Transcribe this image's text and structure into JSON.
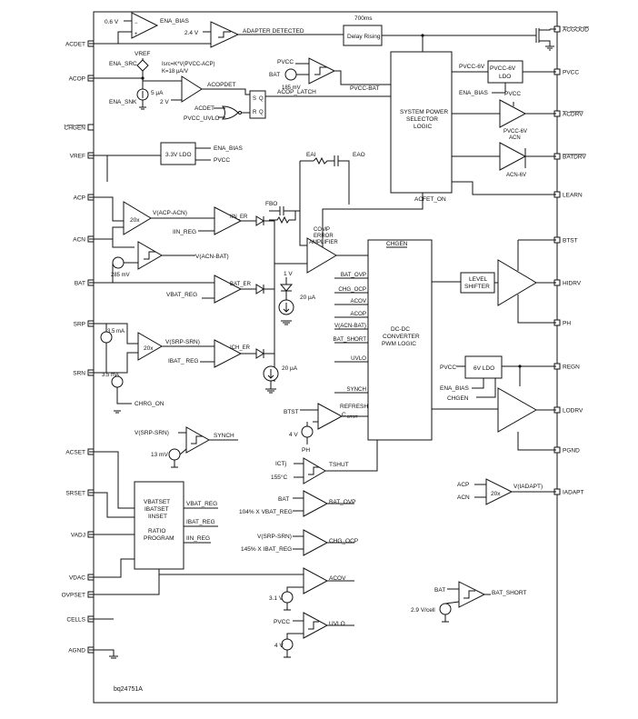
{
  "part_label": "bq24751A",
  "pins_left": [
    {
      "id": "acdet",
      "label": "ACDET"
    },
    {
      "id": "acop",
      "label": "ACOP"
    },
    {
      "id": "chgen",
      "label": "CHGEN",
      "overbar": true
    },
    {
      "id": "vref",
      "label": "VREF"
    },
    {
      "id": "acp",
      "label": "ACP"
    },
    {
      "id": "acn",
      "label": "ACN"
    },
    {
      "id": "bat",
      "label": "BAT"
    },
    {
      "id": "srp",
      "label": "SRP"
    },
    {
      "id": "srn",
      "label": "SRN"
    },
    {
      "id": "acset",
      "label": "ACSET"
    },
    {
      "id": "srset",
      "label": "SRSET"
    },
    {
      "id": "vadj",
      "label": "VADJ"
    },
    {
      "id": "vdac",
      "label": "VDAC"
    },
    {
      "id": "ovpset",
      "label": "OVPSET"
    },
    {
      "id": "cells",
      "label": "CELLS"
    },
    {
      "id": "agnd",
      "label": "AGND"
    }
  ],
  "pins_right": [
    {
      "id": "acgood",
      "label": "ACGOOD",
      "overbar": true
    },
    {
      "id": "pvcc",
      "label": "PVCC"
    },
    {
      "id": "acdrv",
      "label": "ACDRV",
      "overbar": true
    },
    {
      "id": "batdrv",
      "label": "BATDRV",
      "overbar": true
    },
    {
      "id": "learn",
      "label": "LEARN"
    },
    {
      "id": "btst",
      "label": "BTST"
    },
    {
      "id": "hidrv",
      "label": "HIDRV"
    },
    {
      "id": "ph",
      "label": "PH"
    },
    {
      "id": "regn",
      "label": "REGN"
    },
    {
      "id": "lodrv",
      "label": "LODRV"
    },
    {
      "id": "pgnd",
      "label": "PGND"
    },
    {
      "id": "iadapt",
      "label": "IADAPT"
    }
  ],
  "blocks": {
    "delay": "Delay Rising",
    "delay_time": "700ms",
    "spsl": [
      "SYSTEM POWER",
      "SELECTOR",
      "LOGIC"
    ],
    "pvcc_ldo": [
      "PVCC-6V",
      "LDO"
    ],
    "ldo33": "3.3V LDO",
    "dcdc": [
      "DC-DC",
      "CONVERTER",
      "PWM LOGIC"
    ],
    "level_shifter": [
      "LEVEL",
      "SHIFTER"
    ],
    "ldo6": "6V LDO",
    "ratio": [
      "VBATSET",
      "IBATSET",
      "IINSET",
      "",
      "RATIO",
      "PROGRAM"
    ],
    "sr": {
      "s": "S",
      "r": "R",
      "q": "Q",
      "qb": "Q"
    }
  },
  "labels": {
    "v06": "0.6 V",
    "ena_bias": "ENA_BIAS",
    "v24": "2.4 V",
    "adapter_detected": "ADAPTER DETECTED",
    "vref": "VREF",
    "ena_src": "ENA_SRC",
    "isrc": "Isrc=K*V(PVCC-ACP)",
    "k18": "K=18 µA/V",
    "ena_snk": "ENA_SNK",
    "i5ua": "5 µA",
    "v2": "2 V",
    "acopdet": "ACOPDET",
    "acop_latch": "ACOP_LATCH",
    "acdet_gate": "ACDET",
    "pvcc_uvlo": "PVCC_UVLO",
    "pvcc": "PVCC",
    "bat": "BAT",
    "mv185": "185 mV",
    "pvcc_bat": "PVCC-BAT",
    "pvcc6v": "PVCC-6V",
    "ena_bias2": "ENA_BIAS",
    "pvcc2": "PVCC",
    "pvcc6v_acn": [
      "PVCC-6V",
      "ACN"
    ],
    "acn6v": "ACN-6V",
    "acfet_on": "ACFET_ON",
    "ldo33_ena": "ENA_BIAS",
    "ldo33_pvcc": "PVCC",
    "eai": "EAI",
    "eao": "EAO",
    "fbo": "FBO",
    "comp": [
      "COMP",
      "ERROR",
      "AMPLIFIER"
    ],
    "chgen_in": "CHGEN",
    "x20": "20x",
    "v_acp_acn": "V(ACP-ACN)",
    "iin_er": "IIN_ER",
    "iin_reg": "IIN_REG",
    "v_acn_bat": "V(ACN-BAT)",
    "mv285": "285 mV",
    "bat_er": "BAT_ER",
    "vbat_reg": "VBAT_REG",
    "v1": "1 V",
    "ua20": "20 µA",
    "ma35a": "3.5 mA",
    "ma35b": "3.5 mA",
    "v_srp_srn": "V(SRP-SRN)",
    "ich_er": "ICH_ER",
    "ibat_reg": "IBAT_ REG",
    "ua20b": "20 µA",
    "chrg_on": "CHRG_ON",
    "dc_in": [
      "BAT_OVP",
      "CHG_OCP",
      "ACOV",
      "ACOP",
      "V(ACN-BAT)",
      "BAT_SHORT",
      "UVLO",
      "SYNCH"
    ],
    "btst": "BTST",
    "refresh": "REFRESH",
    "cbtst": "C",
    "cbtst_sub": "BTST",
    "v4": "4 V",
    "ph": "PH",
    "v_srp_srn2": "V(SRP-SRN)",
    "synch": "SYNCH",
    "mv13": "13 mV",
    "ictj": "ICTj",
    "c155": "155°C",
    "tshut": "TSHUT",
    "rp_out": [
      "VBAT_REG",
      "IBAT_REG",
      "IIN_REG"
    ],
    "bat2": "BAT",
    "bat_ovp": "BAT_OVP",
    "vbat104": "104% X VBAT_REG",
    "vsrpsrn3": "V(SRP-SRN)",
    "chg_ocp": "CHG_OCP",
    "ibat145": "145% X IBAT_REG",
    "v31": "3.1 V",
    "acov": "ACOV",
    "pvcc3": "PVCC",
    "uvlo": "UVLO",
    "v4b": "4 V",
    "acp2": "ACP",
    "acn2": "ACN",
    "x20b": "20x",
    "v_adapt": "V(IADAPT)",
    "bat3": "BAT",
    "v29cell": "2.9 V/cell",
    "bat_short": "BAT_SHORT",
    "regn_pvcc": "PVCC",
    "ena_bias3": "ENA_BIAS",
    "chgen_bar": "CHGEN"
  }
}
